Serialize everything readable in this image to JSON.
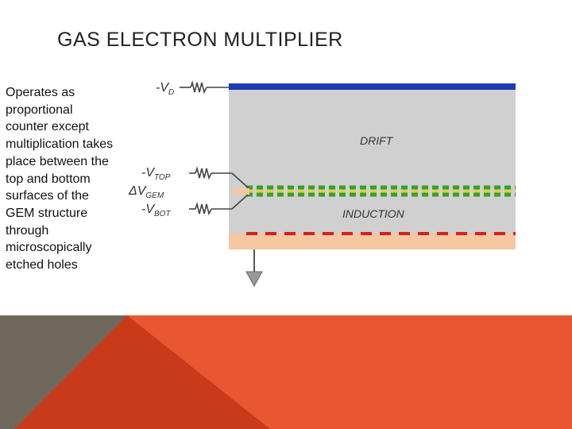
{
  "slide": {
    "title": "GAS ELECTRON MULTIPLIER",
    "body": "Operates as proportional counter except multiplication takes place between the top and bottom surfaces of the GEM structure through microscopically etched holes"
  },
  "diagram": {
    "labels": {
      "drift_voltage_prefix": "-V",
      "drift_voltage_sub": "D",
      "top_voltage_prefix": "-V",
      "top_voltage_sub": "TOP",
      "gem_voltage_prefix": "ΔV",
      "gem_voltage_sub": "GEM",
      "bot_voltage_prefix": "-V",
      "bot_voltage_sub": "BOT",
      "drift_region": "DRIFT",
      "induction_region": "INDUCTION"
    }
  },
  "colors": {
    "drift_electrode": "#1c3bb5",
    "gas_volume": "#d0d0d0",
    "gem_green": "#35a02a",
    "gem_yellow": "#e8d21c",
    "readout_board": "#f6c7a1",
    "readout_strips": "#d42020",
    "band_gray": "#6f685b",
    "band_dark_orange": "#c93a1b",
    "band_orange": "#e85632"
  }
}
